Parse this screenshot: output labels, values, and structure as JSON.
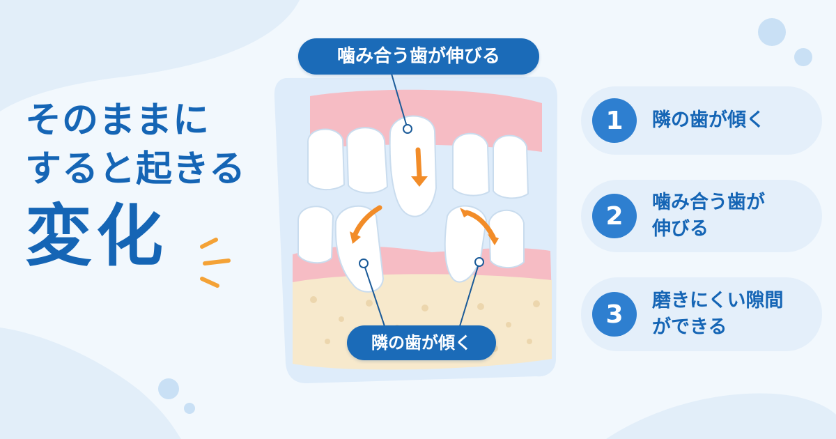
{
  "headline": {
    "line1": "そのままに",
    "line2": "すると起きる",
    "line3": "変化"
  },
  "callouts": {
    "top": "噛み合う歯が伸びる",
    "bottom": "隣の歯が傾く"
  },
  "items": [
    {
      "number": "1",
      "text": "隣の歯が傾く"
    },
    {
      "number": "2",
      "text": "噛み合う歯が\n伸びる"
    },
    {
      "number": "3",
      "text": "磨きにくい隙間\nができる"
    }
  ],
  "colors": {
    "primary": "#1565b5",
    "badge": "#2e7fd0",
    "card_bg": "#e4effa",
    "callout_bg": "#1b6bb8",
    "arrow": "#f28c28",
    "gum": "#f6bcc4",
    "bone": "#f7e9cc",
    "background": "#f2f8fd"
  }
}
